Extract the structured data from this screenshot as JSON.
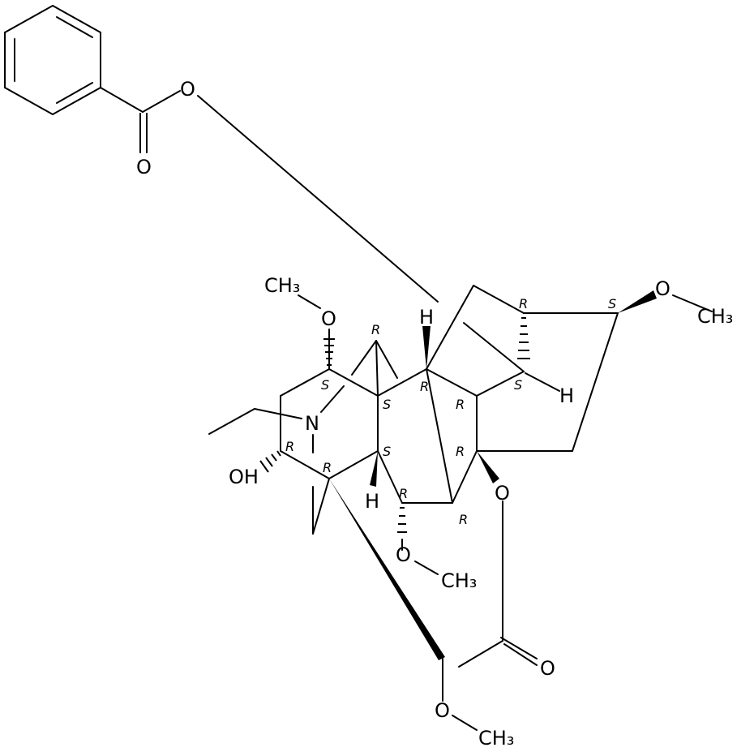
{
  "molecule": {
    "atom_labels": [
      {
        "id": "o-ester",
        "text": "O"
      },
      {
        "id": "o-carbonyl-benzoyl",
        "text": "O"
      },
      {
        "id": "ch3-top-left",
        "text": "CH₃"
      },
      {
        "id": "o-top-left",
        "text": "O"
      },
      {
        "id": "h-top",
        "text": "H"
      },
      {
        "id": "o-top-right",
        "text": "O"
      },
      {
        "id": "ch3-top-right",
        "text": "CH₃"
      },
      {
        "id": "h-right",
        "text": "H"
      },
      {
        "id": "n-atom",
        "text": "N"
      },
      {
        "id": "oh-group",
        "text": "OH"
      },
      {
        "id": "h-bottom",
        "text": "H"
      },
      {
        "id": "o-acetate",
        "text": "O"
      },
      {
        "id": "o-middle",
        "text": "O"
      },
      {
        "id": "ch3-middle",
        "text": "CH₃"
      },
      {
        "id": "o-carbonyl-acetyl",
        "text": "O"
      },
      {
        "id": "o-bottom",
        "text": "O"
      },
      {
        "id": "ch3-bottom",
        "text": "CH₃"
      }
    ],
    "stereo_labels": [
      {
        "id": "s1",
        "text": "R"
      },
      {
        "id": "s2",
        "text": "S"
      },
      {
        "id": "s3",
        "text": "R"
      },
      {
        "id": "s4",
        "text": "S"
      },
      {
        "id": "s5",
        "text": "R"
      },
      {
        "id": "s6",
        "text": "S"
      },
      {
        "id": "s7",
        "text": "R"
      },
      {
        "id": "s8",
        "text": "R"
      },
      {
        "id": "s9",
        "text": "S"
      },
      {
        "id": "s10",
        "text": "R"
      },
      {
        "id": "s11",
        "text": "R"
      },
      {
        "id": "s12",
        "text": "R"
      },
      {
        "id": "s13",
        "text": "R"
      },
      {
        "id": "s14",
        "text": "S"
      }
    ]
  }
}
